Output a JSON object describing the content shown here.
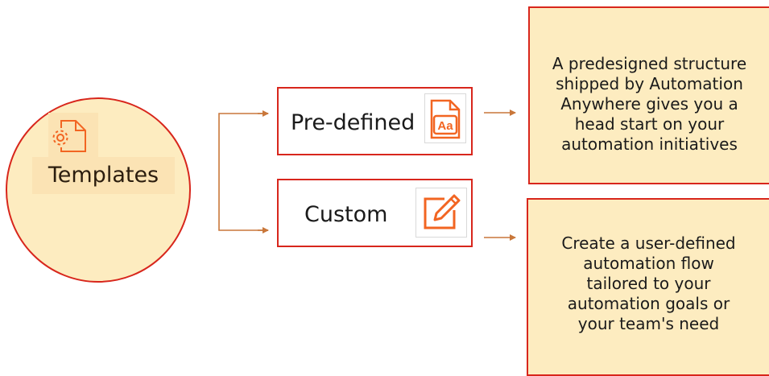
{
  "root": {
    "label": "Templates",
    "icon": "gear-document-icon"
  },
  "options": [
    {
      "label": "Pre-defined",
      "icon": "font-document-icon",
      "icon_text": "Aa"
    },
    {
      "label": "Custom",
      "icon": "edit-icon"
    }
  ],
  "descriptions": [
    {
      "lines": [
        "A predesigned structure",
        "shipped by Automation",
        "Anywhere gives you a",
        "head start on your",
        "automation initiatives"
      ]
    },
    {
      "lines": [
        "Create a user-defined",
        "automation flow",
        "tailored to your",
        "automation goals or",
        "your team's need"
      ]
    }
  ],
  "colors": {
    "accent_red": "#d8261c",
    "fill_cream": "#fdecc0",
    "icon_orange": "#f26522",
    "connector": "#c9773a"
  }
}
